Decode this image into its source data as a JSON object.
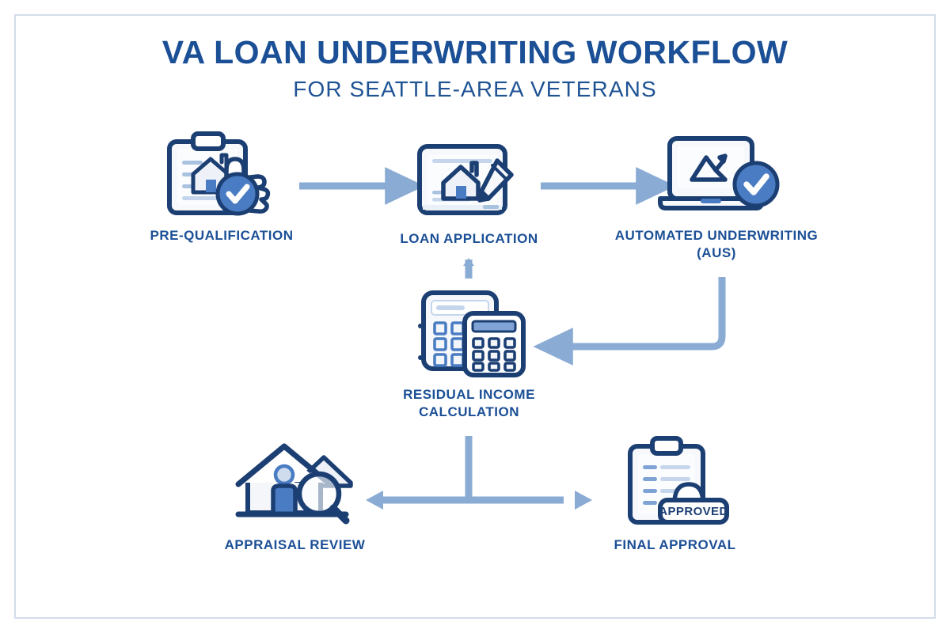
{
  "poster": {
    "title": "VA LOAN UNDERWRITING WORKFLOW",
    "subtitle": "FOR SEATTLE-AREA VETERANS",
    "colors": {
      "navy": "#1b4f96",
      "navy_dark": "#1c3f73",
      "mid_blue": "#4a7cc4",
      "arrow_blue": "#8aabd4",
      "light_fill": "#f4f6f9",
      "border": "#d3dded",
      "background": "#ffffff"
    }
  },
  "nodes": [
    {
      "id": "pre-qualification",
      "label": "PRE-QUALIFICATION",
      "icon": "clipboard-house-hand-check-icon"
    },
    {
      "id": "loan-application",
      "label": "LOAN APPLICATION",
      "icon": "form-house-pencil-icon"
    },
    {
      "id": "automated-underwriting",
      "label": "AUTOMATED UNDERWRITING\n(AUS)",
      "icon": "laptop-chart-check-icon"
    },
    {
      "id": "residual-income-calculation",
      "label": "RESIDUAL INCOME\nCALCULATION",
      "icon": "dual-calculator-icon"
    },
    {
      "id": "appraisal-review",
      "label": "APPRAISAL REVIEW",
      "icon": "house-magnifier-icon"
    },
    {
      "id": "final-approval",
      "label": "FINAL APPROVAL",
      "icon": "clipboard-approved-stamp-icon"
    }
  ],
  "stamp": {
    "text": "APPROVED"
  },
  "connectors": [
    {
      "id": "prequal-to-loanapp",
      "type": "arrow-right"
    },
    {
      "id": "loanapp-to-aus",
      "type": "arrow-right"
    },
    {
      "id": "aus-to-residual",
      "type": "elbow-arrow-down-left"
    },
    {
      "id": "loanapp-to-residual",
      "type": "line-vertical"
    },
    {
      "id": "residual-split",
      "type": "tee-double-arrow"
    }
  ]
}
